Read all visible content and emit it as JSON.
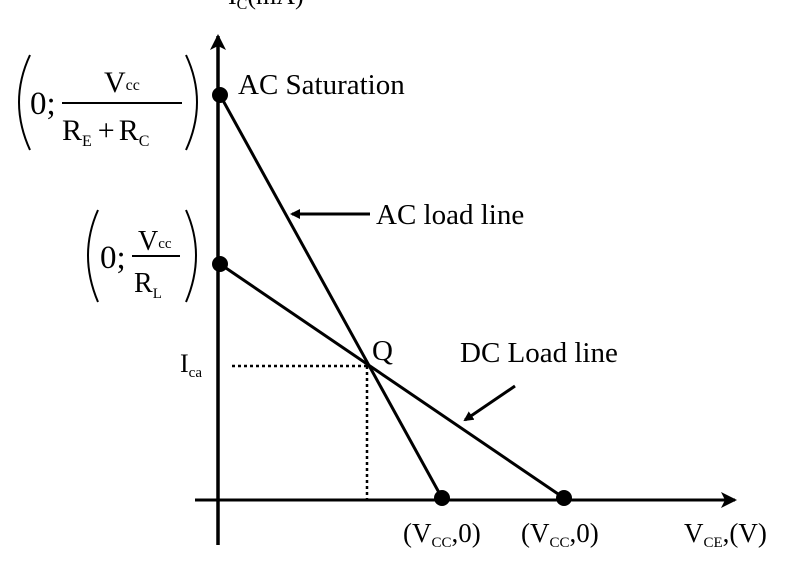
{
  "y_axis_label": {
    "main": "I",
    "sub": "C",
    "unit": "(mA)"
  },
  "x_axis_label": {
    "main": "V",
    "sub": "CE",
    "unit": ",(V)"
  },
  "ac_saturation_label": "AC Saturation",
  "ac_saturation_coord": {
    "prefix": "0;",
    "num_main": "V",
    "num_sub": "cc",
    "den_a": "R",
    "den_a_sub": "E",
    "den_op": "+",
    "den_b": "R",
    "den_b_sub": "C"
  },
  "dc_saturation_coord": {
    "prefix": "0;",
    "num_main": "V",
    "num_sub": "cc",
    "den": "R",
    "den_sub": "L"
  },
  "ac_load_line_label": "AC load line",
  "dc_load_line_label": "DC Load line",
  "q_label": "Q",
  "icq_label": {
    "main": "I",
    "sub": "ca"
  },
  "ac_cutoff_label": {
    "open": "(V",
    "sub": "CC",
    "close": ",0)"
  },
  "dc_cutoff_label": {
    "open": "(V",
    "sub": "CC",
    "close": ",0)"
  }
}
